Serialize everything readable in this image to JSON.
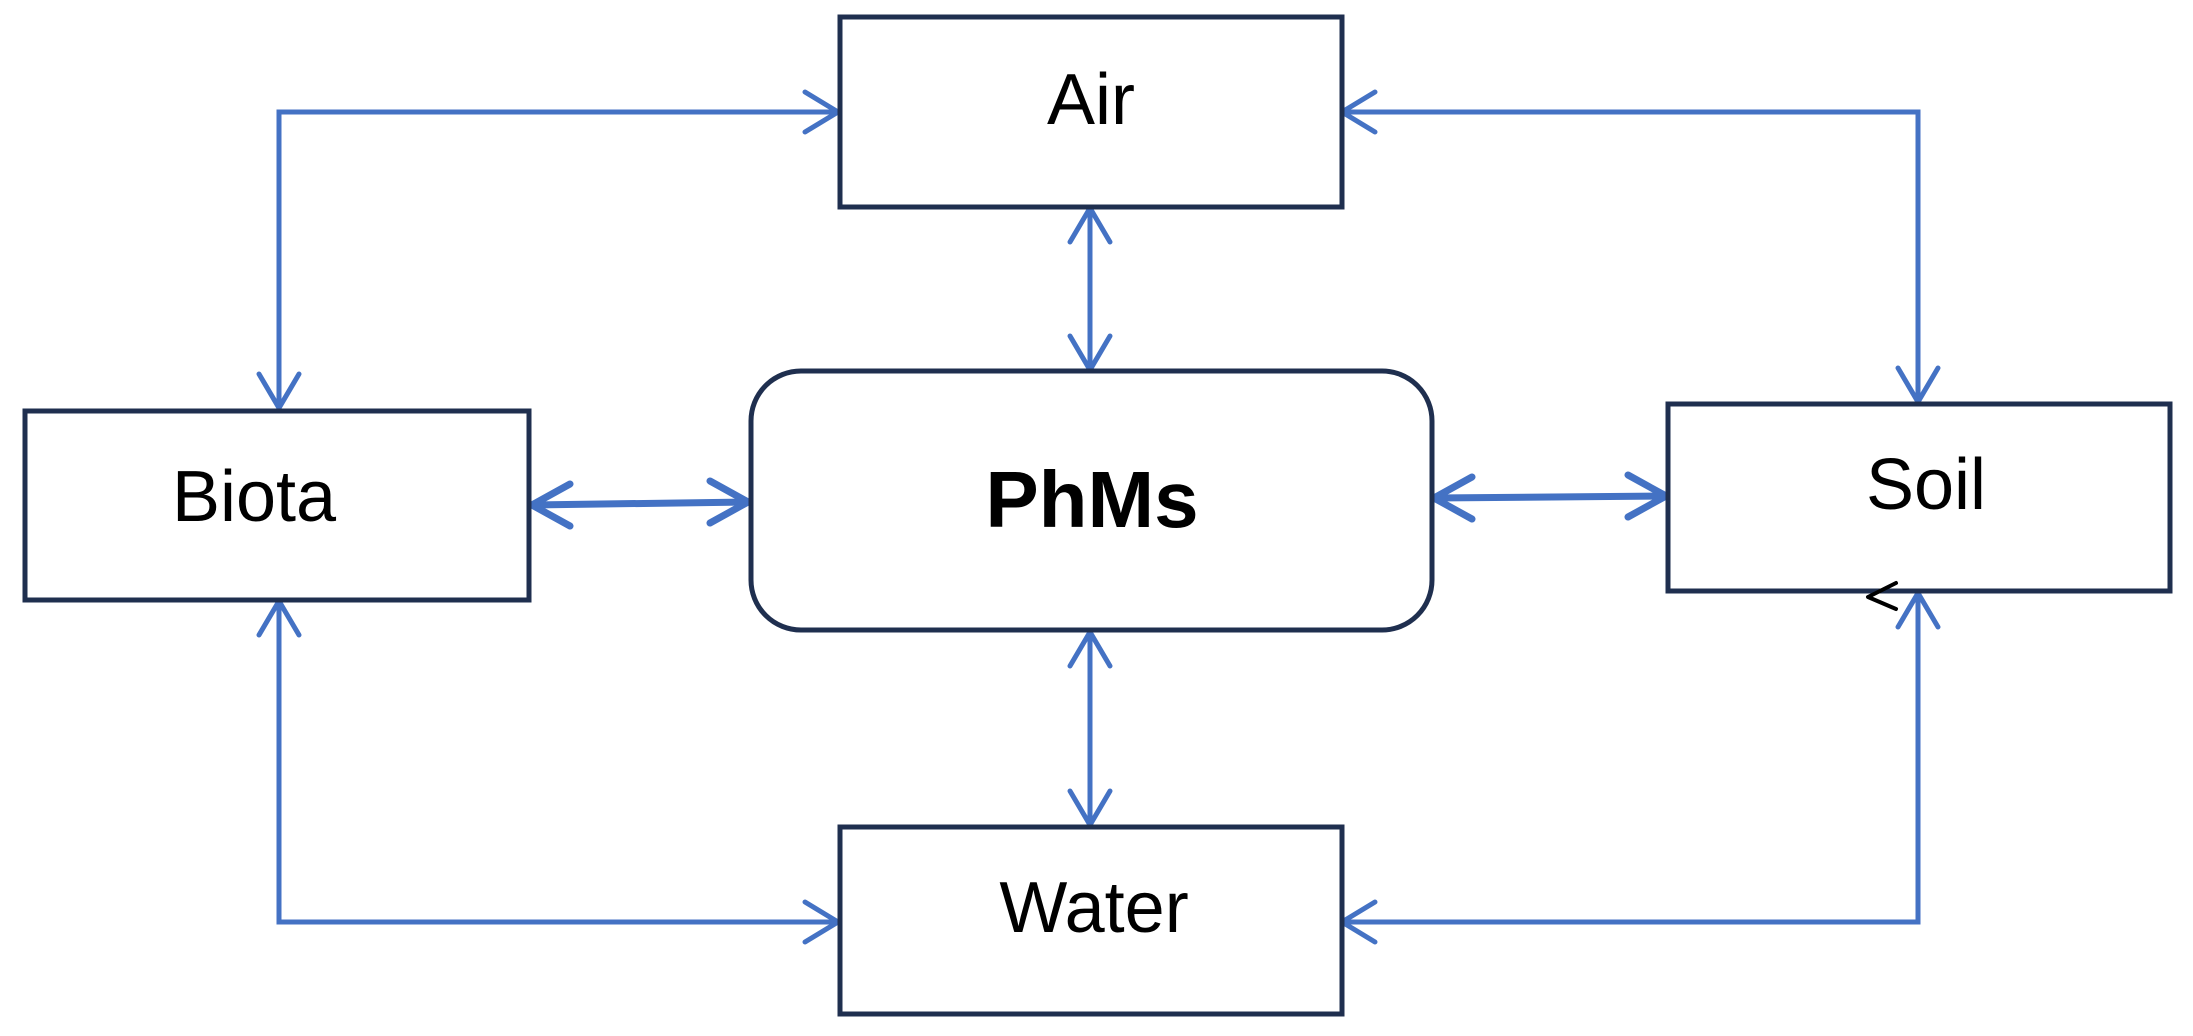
{
  "nodes": {
    "air": {
      "label": "Air"
    },
    "biota": {
      "label": "Biota"
    },
    "center": {
      "label": "PhMs"
    },
    "soil": {
      "label": "Soil"
    },
    "water": {
      "label": "Water"
    }
  },
  "colors": {
    "box_stroke": "#1f2f4f",
    "arrow": "#4472c4",
    "text": "#000000"
  }
}
